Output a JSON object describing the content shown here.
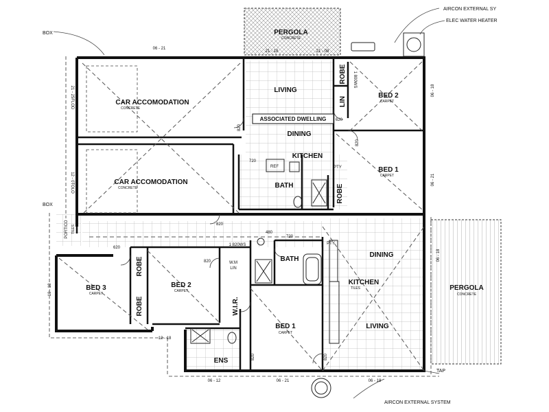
{
  "notes": {
    "aircon_top": "AIRCON EXTERNAL SY",
    "water_heater": "ELEC WATER HEATER",
    "box_top": "BOX",
    "box_left": "BOX",
    "aircon_bottom": "AIRCON EXTERNAL SYSTEM",
    "tap": "TAP"
  },
  "rooms": {
    "pergola_top": "PERGOLA",
    "pergola_top_sub": "CONCRETE",
    "car1": "CAR ACCOMODATION",
    "car1_sub": "CONCRETE",
    "car2": "CAR ACCOMODATION",
    "car2_sub": "CONCRETE",
    "living_a": "LIVING",
    "assoc": "ASSOCIATED DWELLING",
    "dining_a": "DINING",
    "kitchen_a": "KITCHEN",
    "bath_a": "BATH",
    "bed2_a": "BED 2",
    "bed2_a_sub": "CARPET",
    "bed1_a": "BED 1",
    "bed1_a_sub": "CARPET",
    "robe_a1": "ROBE",
    "robe_a2": "ROBE",
    "lin_a": "LIN",
    "ref": "REF",
    "pty_a": "PTY",
    "portico": "PORTICO",
    "portico_sub": "TILES",
    "bed3": "BED 3",
    "bed3_sub": "CARPET",
    "robe_b1": "ROBE",
    "robe_b2": "ROBE",
    "bed2_b": "BED 2",
    "bed2_b_sub": "CARPET",
    "wm": "W.M",
    "lin_b": "LIN",
    "wir": "W.I.R.",
    "bath_b": "BATH",
    "bed1_b": "BED 1",
    "bed1_b_sub": "CARPET",
    "ens": "ENS",
    "dining_b": "DINING",
    "kitchen_b": "KITCHEN",
    "kitchen_b_sub": "TILES",
    "living_b": "LIVING",
    "pty_b": "PTY",
    "pergola_right": "PERGOLA",
    "pergola_right_sub": "CONCRETE"
  },
  "dims": {
    "d1": "06 - 21",
    "d2": "21 - 18",
    "d3": "21 - 08",
    "d4": "06 - 18",
    "d5": "21 - 25FLOD",
    "d6": "06 - 21",
    "d7": "1 800WS",
    "d8": "620",
    "d9": "820",
    "d10": "720",
    "d11": "820",
    "d12": "820",
    "d13": "1 820WS",
    "d14": "620",
    "d15": "820",
    "d16": "720",
    "d17": "06 - 18",
    "d18": "10 - 18",
    "d19": "12 - 18",
    "d20": "06 - 12",
    "d21": "06 - 21",
    "d22": "06 - 18",
    "d23": "820",
    "d24": "820",
    "d25": "480",
    "d26": "12 - 0TOLO"
  }
}
